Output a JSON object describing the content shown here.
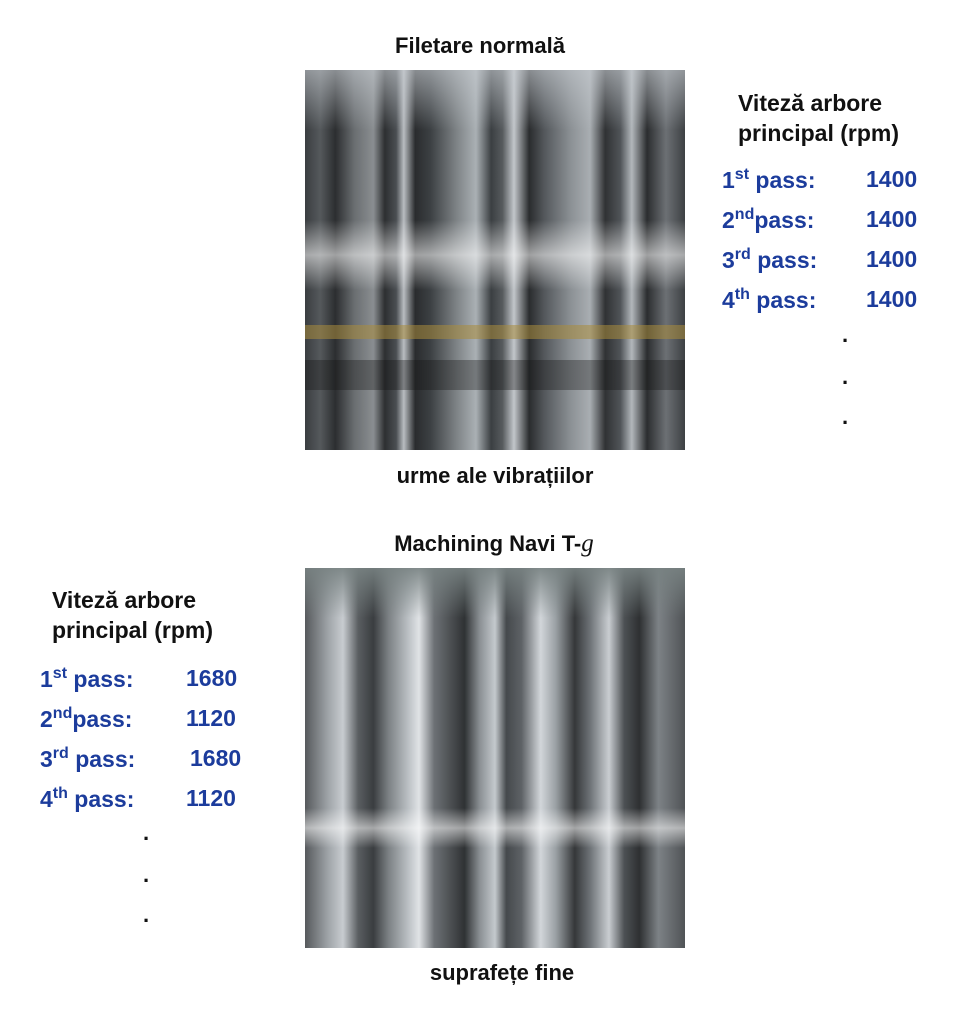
{
  "top": {
    "title": "Filetare normală",
    "caption": "urme ale vibrațiilor",
    "rpm_title_line1": "Viteză arbore",
    "rpm_title_line2": "principal (rpm)",
    "passes": [
      {
        "num": "1",
        "suffix": "st",
        "label": "pass:",
        "rpm": "1400"
      },
      {
        "num": "2",
        "suffix": "nd",
        "label": "pass:",
        "rpm": "1400"
      },
      {
        "num": "3",
        "suffix": "rd",
        "label": "pass:",
        "rpm": "1400"
      },
      {
        "num": "4",
        "suffix": "th",
        "label": "pass:",
        "rpm": "1400"
      }
    ]
  },
  "bottom": {
    "title": "Machining Navi T-",
    "title_italic": "g",
    "caption": "suprafețe fine",
    "rpm_title_line1": "Viteză arbore",
    "rpm_title_line2": "principal (rpm)",
    "passes": [
      {
        "num": "1",
        "suffix": "st",
        "label": "pass:",
        "rpm": "1680"
      },
      {
        "num": "2",
        "suffix": "nd",
        "label": "pass:",
        "rpm": "1120"
      },
      {
        "num": "3",
        "suffix": "rd",
        "label": "pass:",
        "rpm": "1680"
      },
      {
        "num": "4",
        "suffix": "th",
        "label": "pass:",
        "rpm": "1120"
      }
    ]
  },
  "ellipsis_dot": ".",
  "colors": {
    "rpm_text": "#1c3c9c",
    "title_text": "#111111"
  }
}
